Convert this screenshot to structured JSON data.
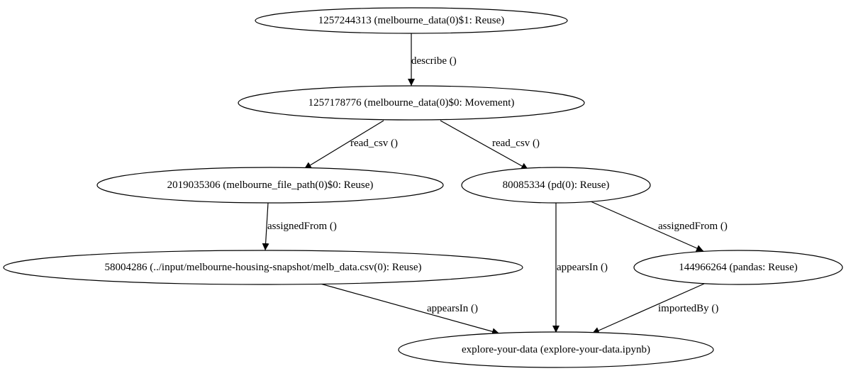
{
  "graph": {
    "nodes": [
      {
        "id": "n_1257244313",
        "label": "1257244313 (melbourne_data(0)$1: Reuse)"
      },
      {
        "id": "n_1257178776",
        "label": "1257178776 (melbourne_data(0)$0: Movement)"
      },
      {
        "id": "n_2019035306",
        "label": "2019035306 (melbourne_file_path(0)$0: Reuse)"
      },
      {
        "id": "n_80085334",
        "label": "80085334 (pd(0): Reuse)"
      },
      {
        "id": "n_58004286",
        "label": "58004286 (../input/melbourne-housing-snapshot/melb_data.csv(0): Reuse)"
      },
      {
        "id": "n_144966264",
        "label": "144966264 (pandas: Reuse)"
      },
      {
        "id": "n_explore",
        "label": "explore-your-data (explore-your-data.ipynb)"
      }
    ],
    "edges": [
      {
        "id": "e_describe",
        "from": "n_1257244313",
        "to": "n_1257178776",
        "label": "describe ()"
      },
      {
        "id": "e_read_csv_1",
        "from": "n_1257178776",
        "to": "n_2019035306",
        "label": "read_csv ()"
      },
      {
        "id": "e_read_csv_2",
        "from": "n_1257178776",
        "to": "n_80085334",
        "label": "read_csv ()"
      },
      {
        "id": "e_assigned_1",
        "from": "n_2019035306",
        "to": "n_58004286",
        "label": "assignedFrom ()"
      },
      {
        "id": "e_appears_1",
        "from": "n_80085334",
        "to": "n_explore",
        "label": "appearsIn ()"
      },
      {
        "id": "e_assigned_2",
        "from": "n_80085334",
        "to": "n_144966264",
        "label": "assignedFrom ()"
      },
      {
        "id": "e_appears_2",
        "from": "n_58004286",
        "to": "n_explore",
        "label": "appearsIn ()"
      },
      {
        "id": "e_imported",
        "from": "n_144966264",
        "to": "n_explore",
        "label": "importedBy ()"
      }
    ]
  }
}
